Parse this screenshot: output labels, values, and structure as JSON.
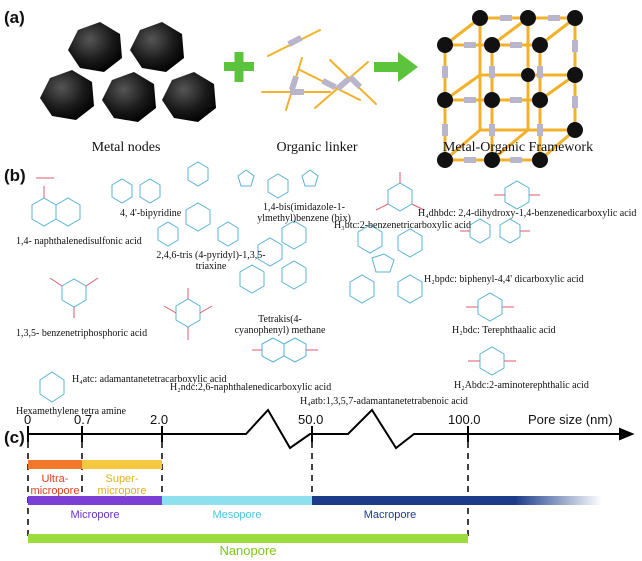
{
  "panels": {
    "a": {
      "label": "(a)",
      "captions": [
        "Metal nodes",
        "Organic linker",
        "Metal-Organic Framework"
      ],
      "colors": {
        "node": "#1a1a1a",
        "plus": "#5cc43c",
        "arrow": "#5cc43c",
        "linker": "#f2b12a",
        "linker_body": "#b8b5cc"
      }
    },
    "b": {
      "label": "(b)",
      "compounds": [
        "1,4- naphthalenedisulfonic acid",
        "4, 4'-bipyridine",
        "2,4,6-tris (4-pyridyl)-1,3,5-triaxine",
        "1,4-bis(imidazole-1-ylmethyl)benzene (bix)",
        "H₃btc:2-benzenetricarboxylic acid",
        "H₄dhbdc: 2,4-dihydroxy-1,4-benzenedicarboxylic acid",
        "H₂bpdc: biphenyl-4,4' dicarboxylic acid",
        "1,3,5- benzenetriphosphoric acid",
        "Tetrakis(4-cyanophenyl) methane",
        "H₂bdc: Terephthaalic acid",
        "H₄atc: adamantanetetracarboxylic acid",
        "H₂ndc:2,6-naphthalenedicarboxylic acid",
        "H₂Abdc:2-aminoterephthalic acid",
        "Hexamethylene tetra amine",
        "H₄atb:1,3,5,7-adamantanetetrabenoic acid"
      ],
      "colors": {
        "ring": "#5ab4d6",
        "acid": "#e05a6e",
        "nitrogen": "#d62030"
      }
    },
    "c": {
      "label": "(c)",
      "ticks": [
        "0",
        "0.7",
        "2.0",
        "50.0",
        "100.0"
      ],
      "axis_title": "Pore size (nm)",
      "bars": {
        "ultra": {
          "label": "Ultra-micropore",
          "color": "#f07828"
        },
        "super": {
          "label": "Super-micropore",
          "color": "#f5c842"
        },
        "micro": {
          "label": "Micropore",
          "color": "#7b3fd6"
        },
        "meso": {
          "label": "Mesopore",
          "color": "#8ee0ee"
        },
        "macro": {
          "label": "Macropore",
          "color": "#1c3c8a"
        },
        "nano": {
          "label": "Nanopore",
          "color": "#9bdc3a"
        }
      }
    }
  }
}
